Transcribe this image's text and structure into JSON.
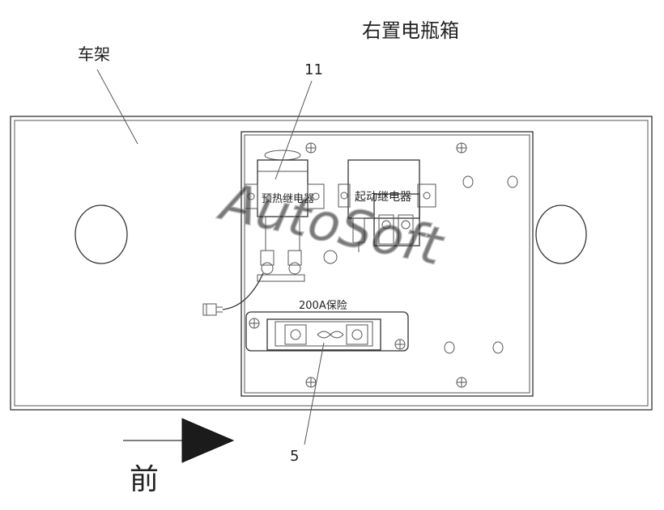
{
  "labels": {
    "title": "右置电瓶箱",
    "frame": "车架",
    "callout_11": "11",
    "callout_5": "5",
    "preheat_relay": "预热继电器",
    "start_relay": "起动继电器",
    "fuse": "200A保险",
    "front": "前",
    "watermark": "AutoSoft"
  }
}
